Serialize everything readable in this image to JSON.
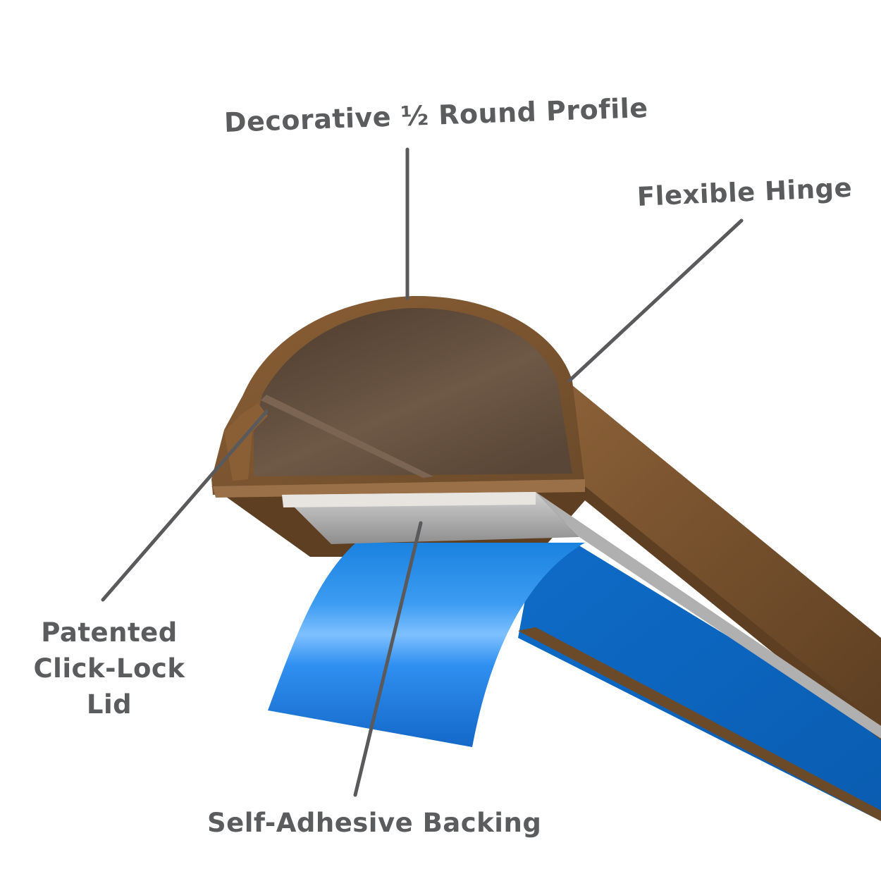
{
  "callouts": {
    "profile": "Decorative ½ Round Profile",
    "hinge": "Flexible Hinge",
    "lid": [
      "Patented",
      "Click-Lock",
      "Lid"
    ],
    "backing": "Self-Adhesive Backing"
  },
  "colors": {
    "background": "#ffffff",
    "raceway_brown": "#8a6238",
    "raceway_dark": "#5e4028",
    "interior": "#6a5440",
    "adhesive_strip": "#a8a8a8",
    "backing_blue": "#1a7fd8",
    "label_gray": "#5b5c5e",
    "leader_line": "#5a5a5c"
  }
}
